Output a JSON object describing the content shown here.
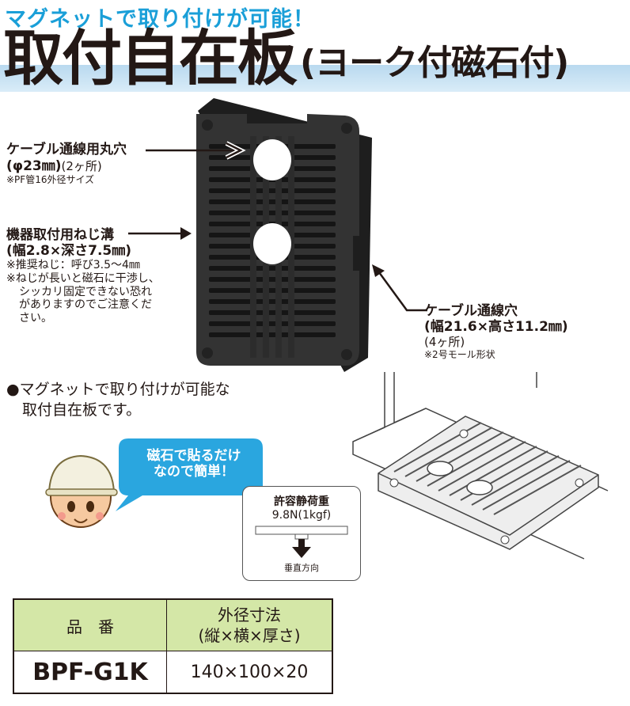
{
  "header": {
    "subtitle": "マグネットで取り付けが可能！",
    "title_main": "取付自在板",
    "title_sub": "(ヨーク付磁石付)"
  },
  "callouts": {
    "cable_hole": {
      "title": "ケーブル通線用丸穴",
      "detail_bold": "(φ23㎜)",
      "detail_normal": "(2ヶ所)",
      "note": "※PF管16外径サイズ"
    },
    "screw_groove": {
      "title": "機器取付用ねじ溝",
      "detail": "(幅2.8×深さ7.5㎜)",
      "notes": [
        "※推奨ねじ：呼び3.5～4㎜",
        "※ねじが長いと磁石に干渉し、",
        "シッカリ固定できない恐れ",
        "がありますのでご注意くだ",
        "さい。"
      ]
    },
    "cable_pass": {
      "title": "ケーブル通線穴",
      "detail": "(幅21.6×高さ11.2㎜)",
      "count": "(4ヶ所)",
      "note": "※2号モール形状"
    }
  },
  "intro": {
    "line1": "●マグネットで取り付けが可能な",
    "line2": "取付自在板です。"
  },
  "bubble": {
    "line1": "磁石で貼るだけ",
    "line2": "なので簡単！"
  },
  "load": {
    "title": "許容静荷重",
    "value": "9.8N(1kgf)",
    "direction": "垂直方向"
  },
  "table": {
    "header_model": "品　番",
    "header_size_line1": "外径寸法",
    "header_size_line2": "(縦×横×厚さ)",
    "model": "BPF-G1K",
    "size": "140×100×20"
  },
  "colors": {
    "accent_blue": "#1a9fd8",
    "title_band": "#c4e0f3",
    "table_header": "#d4e7a7",
    "bubble": "#2aa6df"
  }
}
